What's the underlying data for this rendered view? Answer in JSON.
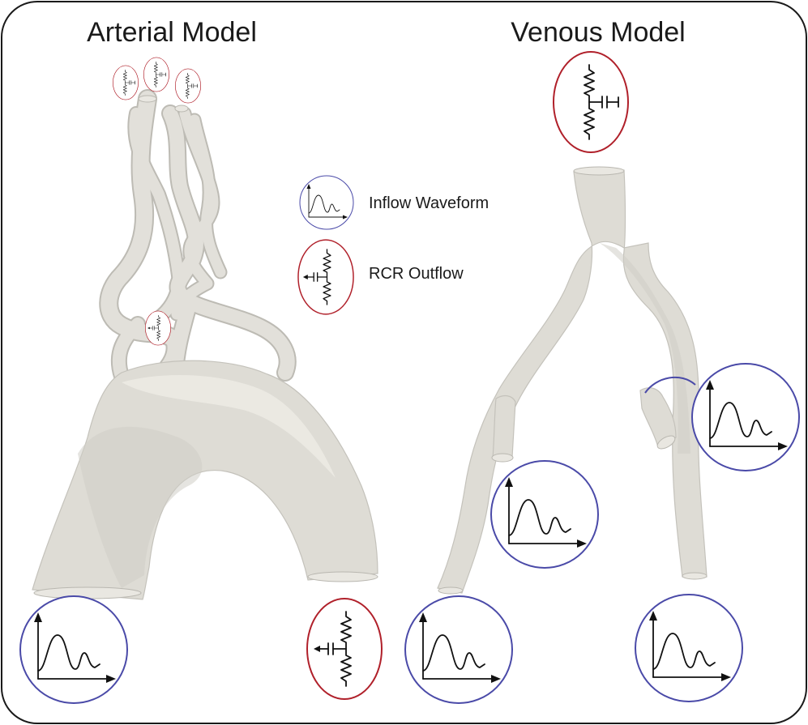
{
  "titles": {
    "arterial": "Arterial Model",
    "venous": "Venous Model"
  },
  "legend": {
    "inflow": "Inflow Waveform",
    "outflow": "RCR Outflow"
  },
  "colors": {
    "frame": "#1a1a1a",
    "vessel": "#dedcd5",
    "inflow_ring": "#4a4aa8",
    "outflow_ring": "#b0202a"
  },
  "icons": {
    "inflow": "waveform-icon",
    "outflow": "rcr-circuit-icon"
  }
}
